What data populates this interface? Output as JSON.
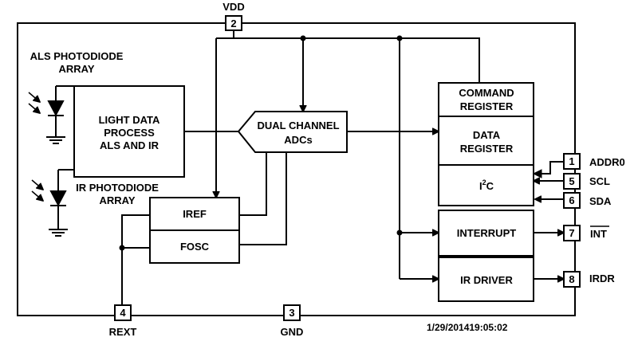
{
  "pins": {
    "vdd": {
      "num": "2",
      "label": "VDD"
    },
    "rext": {
      "num": "4",
      "label": "REXT"
    },
    "gnd": {
      "num": "3",
      "label": "GND"
    },
    "addr0": {
      "num": "1",
      "label": "ADDR0"
    },
    "scl": {
      "num": "5",
      "label": "SCL"
    },
    "sda": {
      "num": "6",
      "label": "SDA"
    },
    "int": {
      "num": "7",
      "label": "INT"
    },
    "irdr": {
      "num": "8",
      "label": "IRDR"
    }
  },
  "photodiodes": {
    "als": [
      "ALS PHOTODIODE",
      "ARRAY"
    ],
    "ir": [
      "IR PHOTODIODE",
      "ARRAY"
    ]
  },
  "blocks": {
    "light_data": [
      "LIGHT DATA",
      "PROCESS",
      "ALS AND IR"
    ],
    "adc": [
      "DUAL CHANNEL",
      "ADCs"
    ],
    "iref": "IREF",
    "fosc": "FOSC",
    "command_register": [
      "COMMAND",
      "REGISTER"
    ],
    "data_register": [
      "DATA",
      "REGISTER"
    ],
    "i2c": {
      "base": "I",
      "sup": "2",
      "tail": "C"
    },
    "interrupt": "INTERRUPT",
    "ir_driver": "IR DRIVER"
  },
  "timestamp": "1/29/201419:05:02"
}
